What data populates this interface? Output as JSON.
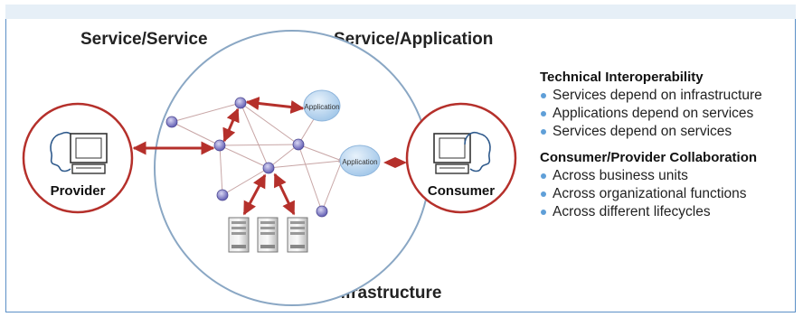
{
  "labels": {
    "service_service": "Service/Service",
    "service_application": "Service/Application",
    "service_infrastructure": "Service/Infrastructure",
    "provider": "Provider",
    "consumer": "Consumer",
    "app1": "Application",
    "app2": "Application"
  },
  "sections": [
    {
      "title": "Technical Interoperability",
      "items": [
        "Services depend on infrastructure",
        "Applications depend on services",
        "Services depend on services"
      ]
    },
    {
      "title": "Consumer/Provider Collaboration",
      "items": [
        "Across business units",
        "Across organizational functions",
        "Across different lifecycles"
      ]
    }
  ],
  "colors": {
    "accent_red": "#b5302b",
    "bullet_blue": "#5f9fd8",
    "frame_blue": "#5b8fc7",
    "circle_border": "#8aa7c4"
  }
}
